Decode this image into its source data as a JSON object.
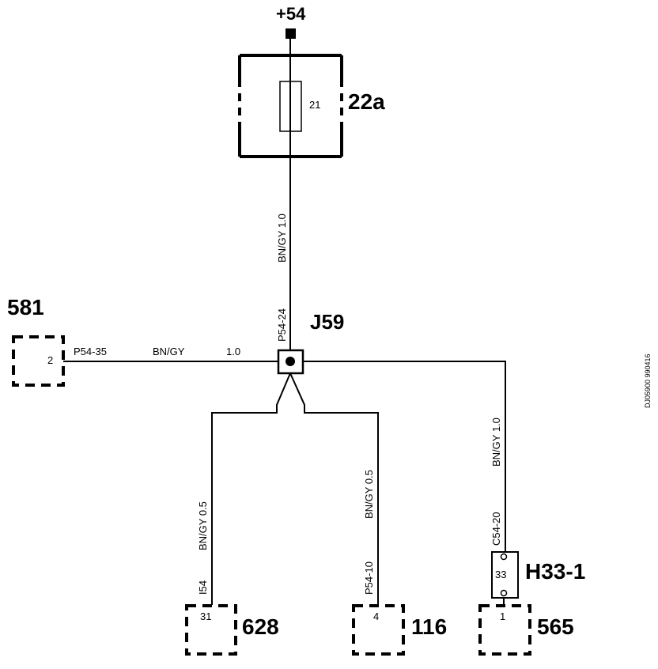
{
  "supply": {
    "label": "+54"
  },
  "fuse_box": {
    "pin": "21",
    "label": "22a"
  },
  "splice": {
    "label": "J59"
  },
  "wires": {
    "main_color": "BN/GY 1.0",
    "main_pin": "P54-24",
    "left_pin": "P54-35",
    "left_color": "BN/GY",
    "left_size": "1.0",
    "w628_color": "BN/GY 0.5",
    "w628_pin": "I54",
    "w116_color": "BN/GY 0.5",
    "w116_pin": "P54-10",
    "w565_color": "BN/GY 1.0",
    "w565_pin": "C54-20"
  },
  "connectors": {
    "c581": {
      "label": "581",
      "pin": "2"
    },
    "c628": {
      "label": "628",
      "pin": "31"
    },
    "c116": {
      "label": "116",
      "pin": "4"
    },
    "c565": {
      "label": "565",
      "pin": "1"
    },
    "h33": {
      "label": "H33-1",
      "pin": "33"
    }
  },
  "doc_id": "DJ05900 990416"
}
